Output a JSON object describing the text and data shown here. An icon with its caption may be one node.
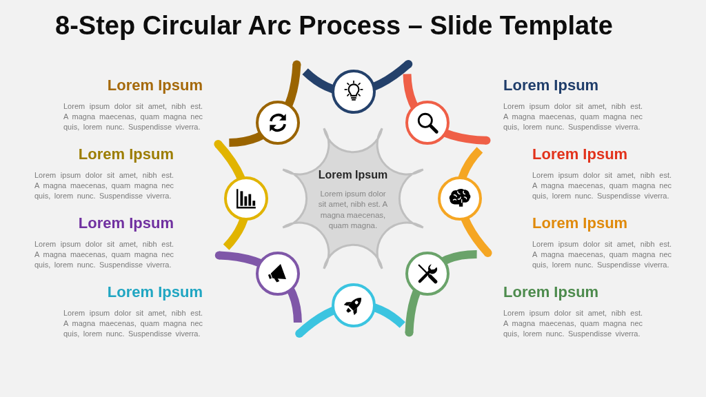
{
  "diagram": {
    "title": "8-Step Circular Arc Process – Slide Template",
    "nodes": [
      {
        "text": [
          "Lorem Ipsum",
          "Lorem ipsum dolor sit amet, nibh est. A magna maecenas, quam magna."
        ]
      },
      {
        "text": [],
        "shape": "circle",
        "beside": [
          "Lorem Ipsum",
          "Lorem ipsum dolor sit amet, nibh est. A magna maecenas, quam magna nec quis, lorem nunc. Suspendisse viverra."
        ]
      },
      {
        "text": [],
        "shape": "circle",
        "beside": [
          "Lorem Ipsum",
          "Lorem ipsum dolor sit amet, nibh est. A magna maecenas, quam magna nec quis, lorem nunc. Suspendisse viverra."
        ]
      },
      {
        "text": [],
        "shape": "circle",
        "beside": [
          "Lorem Ipsum",
          "Lorem ipsum dolor sit amet, nibh est. A magna maecenas, quam magna nec quis, lorem nunc. Suspendisse viverra."
        ]
      },
      {
        "text": [],
        "shape": "circle",
        "beside": [
          "Lorem Ipsum",
          "Lorem ipsum dolor sit amet, nibh est. A magna maecenas, quam magna nec quis, lorem nunc. Suspendisse viverra."
        ]
      },
      {
        "text": [],
        "shape": "circle",
        "beside": [
          "Lorem Ipsum",
          "Lorem ipsum dolor sit amet, nibh est. A magna maecenas, quam magna nec quis, lorem nunc. Suspendisse viverra."
        ]
      },
      {
        "text": [],
        "shape": "circle",
        "beside": [
          "Lorem Ipsum",
          "Lorem ipsum dolor sit amet, nibh est. A magna maecenas, quam magna nec quis, lorem nunc. Suspendisse viverra."
        ]
      },
      {
        "text": [],
        "shape": "circle",
        "beside": [
          "Lorem Ipsum",
          "Lorem ipsum dolor sit amet, nibh est. A magna maecenas, quam magna nec quis, lorem nunc. Suspendisse viverra."
        ]
      },
      {
        "text": [],
        "shape": "circle",
        "beside": [
          "Lorem Ipsum",
          "Lorem ipsum dolor sit amet, nibh est. A magna maecenas, quam magna nec quis, lorem nunc. Suspendisse viverra."
        ]
      }
    ]
  }
}
